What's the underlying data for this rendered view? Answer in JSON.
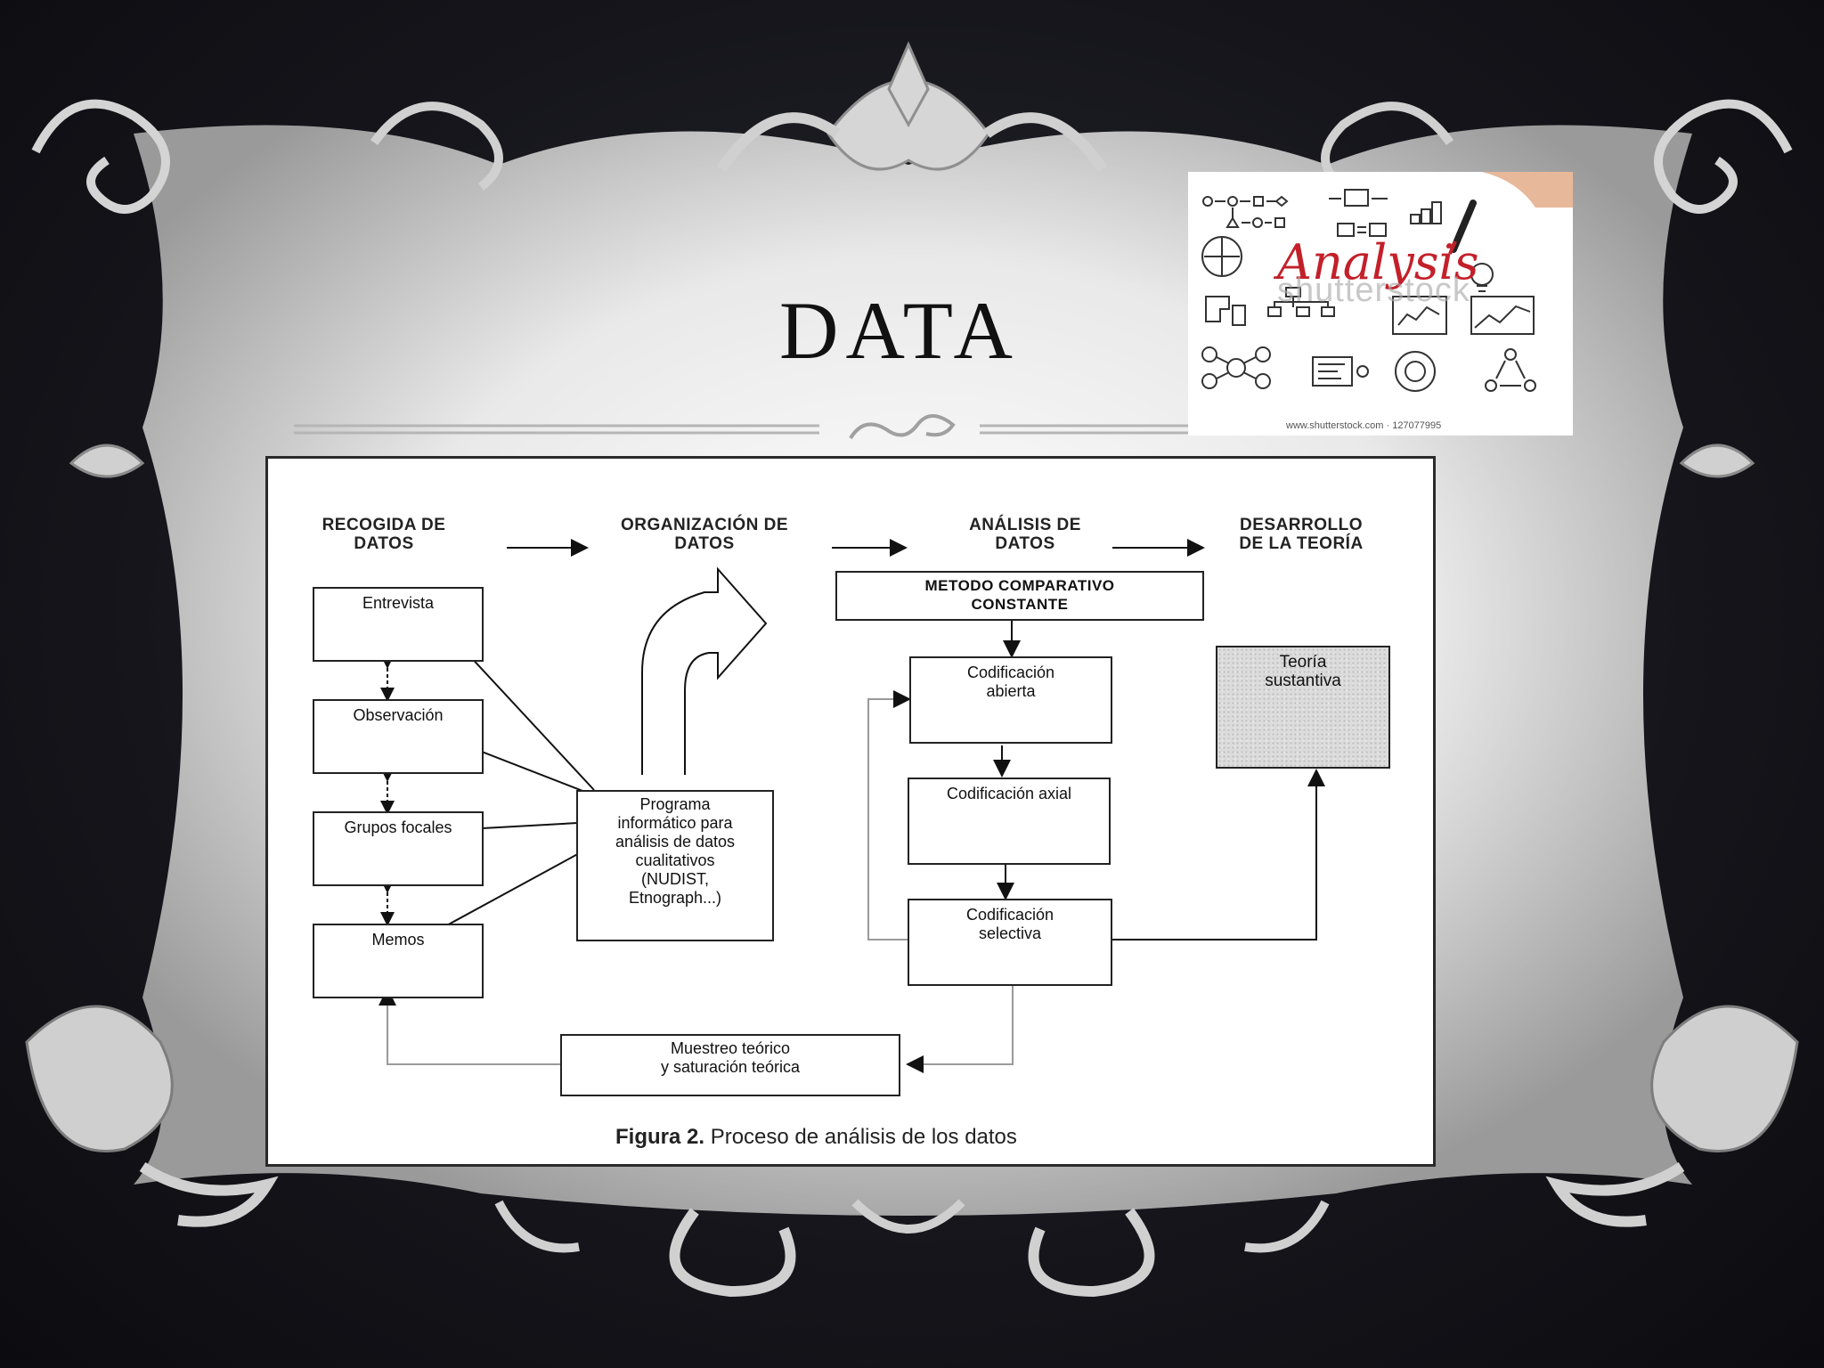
{
  "slide": {
    "title": "DATA"
  },
  "image": {
    "word": "Analysis",
    "watermark": "shutterstock",
    "caption": "www.shutterstock.com · 127077995",
    "icon": "analysis-sketch-illustration"
  },
  "figure": {
    "stages": [
      {
        "line1": "RECOGIDA DE",
        "line2": "DATOS"
      },
      {
        "line1": "ORGANIZACIÓN DE",
        "line2": "DATOS"
      },
      {
        "line1": "ANÁLISIS DE",
        "line2": "DATOS"
      },
      {
        "line1": "DESARROLLO",
        "line2": "DE LA TEORÍA"
      }
    ],
    "collection": [
      "Entrevista",
      "Observación",
      "Grupos focales",
      "Memos"
    ],
    "software": {
      "lines": [
        "Programa",
        "informático para",
        "análisis de datos",
        "cualitativos",
        "(NUDIST,",
        "Etnograph...)"
      ]
    },
    "method": {
      "line1": "METODO COMPARATIVO",
      "line2": "CONSTANTE"
    },
    "open_coding": {
      "line1": "Codificación",
      "line2": "abierta"
    },
    "axial_coding": "Codificación axial",
    "selective_coding": {
      "line1": "Codificación",
      "line2": "selectiva"
    },
    "theory": {
      "line1": "Teoría",
      "line2": "sustantiva"
    },
    "sampling": {
      "line1": "Muestreo teórico",
      "line2": "y saturación teórica"
    },
    "caption": {
      "label": "Figura 2.",
      "text": " Proceso de análisis de los datos"
    }
  }
}
